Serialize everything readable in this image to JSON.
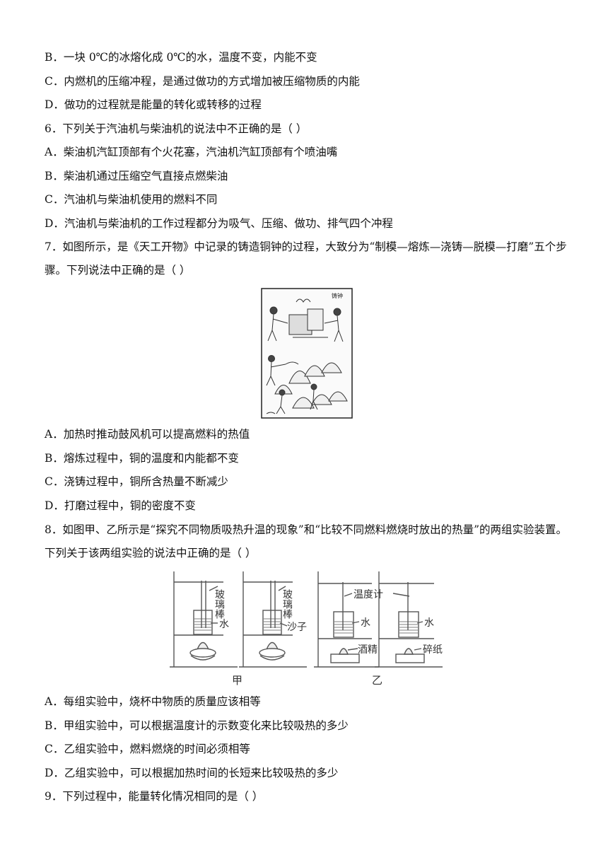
{
  "lines": {
    "l1": "B．一块 0℃的冰熔化成 0℃的水，温度不变，内能不变",
    "l2": "C．内燃机的压缩冲程，是通过做功的方式增加被压缩物质的内能",
    "l3": "D．做功的过程就是能量的转化或转移的过程",
    "q6": "6．下列关于汽油机与柴油机的说法中不正确的是（ ）",
    "q6a": "A．柴油机汽缸顶部有个火花塞，汽油机汽缸顶部有个喷油嘴",
    "q6b": "B．柴油机通过压缩空气直接点燃柴油",
    "q6c": "C．汽油机与柴油机使用的燃料不同",
    "q6d": "D．汽油机与柴油机的工作过程都分为吸气、压缩、做功、排气四个冲程",
    "q7": "7．如图所示，是《天工开物》中记录的铸造铜钟的过程，大致分为“制模—熔炼—浇铸—脱模—打磨”五个步骤。下列说法中正确的是（ ）",
    "q7a": "A．加热时推动鼓风机可以提高燃料的热值",
    "q7b": "B．熔炼过程中，铜的温度和内能都不变",
    "q7c": "C．浇铸过程中，铜所含热量不断减少",
    "q7d": "D．打磨过程中，铜的密度不变",
    "q8": "8．如图甲、乙所示是“探究不同物质吸热升温的现象”和“比较不同燃料燃烧时放出的热量”的两组实验装置。下列关于该两组实验的说法中正确的是（ ）",
    "q8a": "A．每组实验中，烧杯中物质的质量应该相等",
    "q8b": "B．甲组实验中，可以根据温度计的示数变化来比较吸热的多少",
    "q8c": "C．乙组实验中，燃料燃烧的时间必须相等",
    "q8d": "D．乙组实验中，可以根据加热时间的长短来比较吸热的多少",
    "q9": "9．下列过程中，能量转化情况相同的是（ ）"
  },
  "figure7": {
    "stamp": "铸钟"
  },
  "figure8": {
    "labels": {
      "glass_rod": "玻璃棒",
      "water": "水",
      "sand": "沙子",
      "thermometer": "温度计",
      "alcohol": "酒精",
      "paper": "碎纸"
    },
    "captions": {
      "jia": "甲",
      "yi": "乙"
    }
  }
}
